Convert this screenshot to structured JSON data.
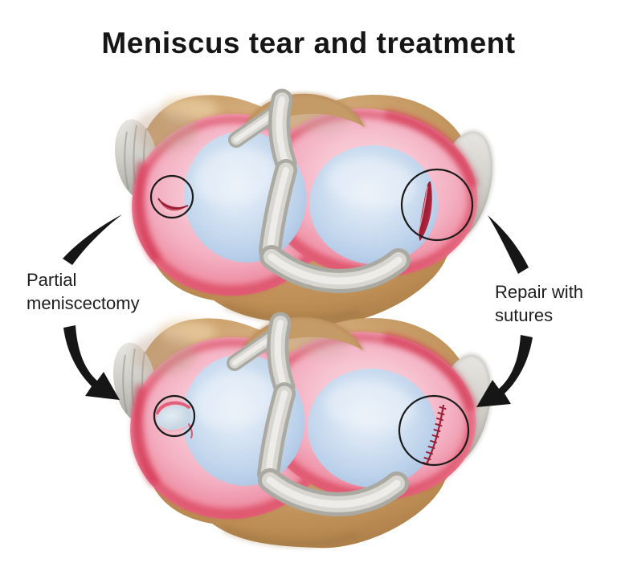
{
  "title": "Meniscus tear and treatment",
  "labels": {
    "partial_meniscectomy": {
      "line1": "Partial",
      "line2": "meniscectomy"
    },
    "repair_with_sutures": {
      "line1": "Repair with",
      "line2": "sutures"
    }
  },
  "figures": {
    "top": "knee-menisci-top-view-with-circled-tears",
    "bottom": "knee-menisci-top-view-after-treatment",
    "findings": {
      "top_left": "flap-tear",
      "top_right": "longitudinal-tear",
      "bottom_left": "partial-meniscectomy-defect",
      "bottom_right": "suture-repair"
    }
  },
  "colors": {
    "background": "#ffffff",
    "meniscus_pink": "#f3afc1",
    "meniscus_rim_red": "#dc4660",
    "cartilage_blue": "#bad0ea",
    "bone_tan": "#c79a63",
    "ligament_gray": "#cfcec8",
    "tear_red": "#a22038",
    "annotation_black": "#1b1b1b"
  }
}
